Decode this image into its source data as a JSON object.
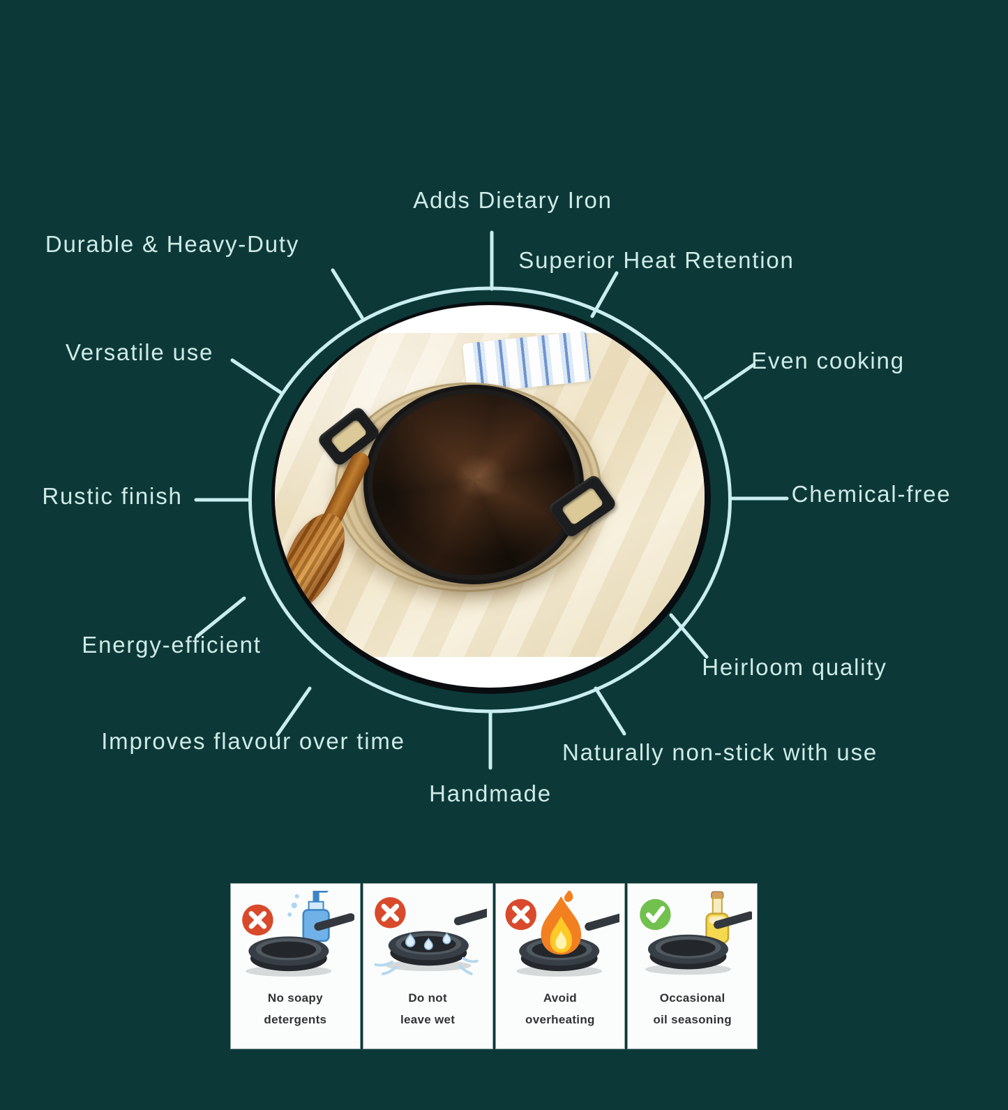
{
  "infographic": {
    "features": [
      "Adds Dietary Iron",
      "Durable & Heavy-Duty",
      "Superior Heat Retention",
      "Versatile use",
      "Even cooking",
      "Rustic finish",
      "Chemical-free",
      "Energy-efficient",
      "Heirloom quality",
      "Improves flavour over time",
      "Naturally non-stick with use",
      "Handmade"
    ],
    "center_image": {
      "subject": "cast-iron flat tawa with two handles on jute rope trivet, wooden spatula, cream satin cloth, blue striped towel"
    },
    "care": [
      {
        "lines": [
          "No soapy",
          "detergents"
        ],
        "status": "prohibited",
        "icon": "no-soap-icon"
      },
      {
        "lines": [
          "Do not",
          "leave wet"
        ],
        "status": "prohibited",
        "icon": "wet-pan-icon"
      },
      {
        "lines": [
          "Avoid",
          "overheating"
        ],
        "status": "prohibited",
        "icon": "overheating-pan-icon"
      },
      {
        "lines": [
          "Occasional",
          "oil seasoning"
        ],
        "status": "allowed",
        "icon": "oil-seasoning-icon"
      }
    ],
    "colors": {
      "background": "#0c3937",
      "connector_line": "#c9edf0",
      "feature_text": "#cfeae7",
      "prohibited_badge": "#d84a2b",
      "allowed_badge": "#72c14e",
      "card_background": "#fbfdfc",
      "card_text": "#303234"
    }
  }
}
